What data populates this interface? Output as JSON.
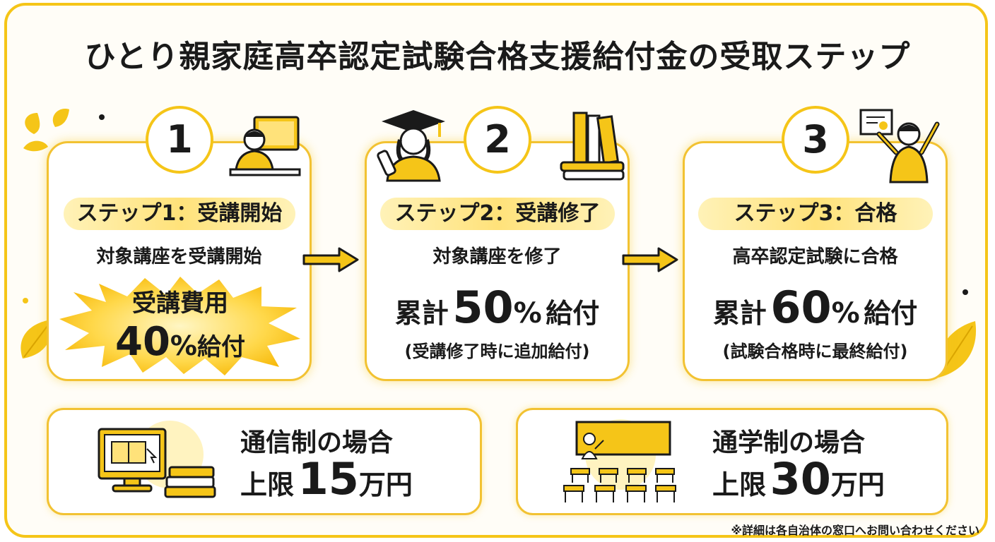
{
  "title": "ひとり親家庭高卒認定試験合格支援給付金の受取ステップ",
  "steps": [
    {
      "number": "1",
      "label": "ステップ1：受講開始",
      "description": "対象講座を受講開始",
      "benefit_line1": "受講費用",
      "benefit_number": "40",
      "benefit_percent": "%",
      "benefit_suffix": "給付"
    },
    {
      "number": "2",
      "label": "ステップ2：受講修了",
      "description": "対象講座を修了",
      "benefit_prefix": "累計",
      "benefit_number": "50",
      "benefit_percent": "%",
      "benefit_suffix": "給付",
      "note": "(受講修了時に追加給付)"
    },
    {
      "number": "3",
      "label": "ステップ3：合格",
      "description": "高卒認定試験に合格",
      "benefit_prefix": "累計",
      "benefit_number": "60",
      "benefit_percent": "%",
      "benefit_suffix": "給付",
      "note": "(試験合格時に最終給付)"
    }
  ],
  "plans": [
    {
      "title": "通信制の場合",
      "limit_prefix": "上限",
      "limit_number": "15",
      "limit_suffix": "万円"
    },
    {
      "title": "通学制の場合",
      "limit_prefix": "上限",
      "limit_number": "30",
      "limit_suffix": "万円"
    }
  ],
  "footer_note": "※詳細は各自治体の窓口へお問い合わせください",
  "colors": {
    "accent": "#f5c518",
    "label_bg": "#ffe27a",
    "text": "#1a1a1a"
  },
  "icons": [
    "student-desk-icon",
    "graduate-icon",
    "books-icon",
    "celebrating-woman-icon",
    "computer-icon",
    "classroom-icon",
    "leaf-icon",
    "arrow-right-icon"
  ]
}
